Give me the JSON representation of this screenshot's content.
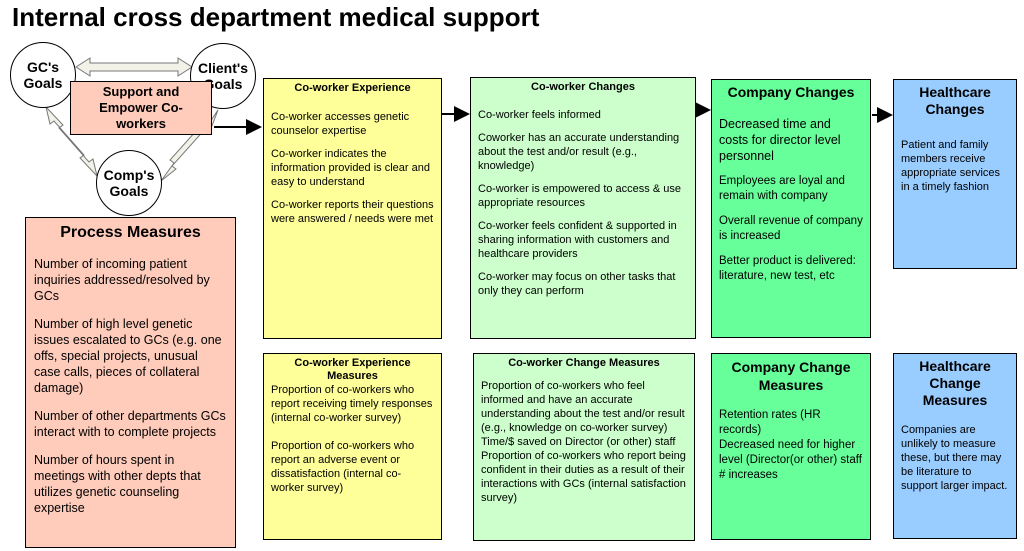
{
  "title": "Internal cross department medical support",
  "goals": {
    "gc": "GC's Goals",
    "client": "Client's Goals",
    "comp": "Comp's Goals",
    "center": "Support and Empower Co-workers"
  },
  "process": {
    "heading": "Process  Measures",
    "items": [
      "Number of incoming patient inquiries addressed/resolved by GCs",
      "Number of high level genetic issues escalated to GCs (e.g. one offs, special projects, unusual case calls, pieces of collateral damage)",
      "Number of other departments GCs interact with to complete projects",
      "Number of hours spent in meetings with other depts that utilizes genetic counseling expertise"
    ]
  },
  "coworker_experience": {
    "heading": "Co-worker Experience",
    "items": [
      "Co-worker accesses genetic counselor expertise",
      "Co-worker indicates the information provided is clear and easy to understand",
      "Co-worker reports their questions were answered / needs were met"
    ]
  },
  "coworker_changes": {
    "heading": "Co-worker Changes",
    "items": [
      "Co-worker feels informed",
      "Coworker has an accurate understanding about the test and/or result (e.g., knowledge)",
      "Co-worker is empowered to access & use appropriate resources",
      "Co-worker feels confident & supported in sharing information with customers and healthcare providers",
      "Co-worker may focus on other tasks that only they can perform"
    ]
  },
  "company_changes": {
    "heading": "Company Changes",
    "items": [
      "Decreased time and costs for director level personnel",
      "Employees are loyal and remain with company",
      "Overall revenue of company is increased",
      "Better product is delivered: literature, new test, etc"
    ]
  },
  "healthcare_changes": {
    "heading": "Healthcare Changes",
    "items": [
      "Patient and family members receive appropriate services in a timely fashion"
    ]
  },
  "coworker_experience_measures": {
    "heading": "Co-worker Experience Measures",
    "items": [
      "Proportion of co-workers who report receiving timely responses (internal co-worker survey)",
      "Proportion of co-workers who report an adverse event or dissatisfaction (internal co-worker survey)"
    ]
  },
  "coworker_change_measures": {
    "heading": "Co-worker Change Measures",
    "items": [
      "Proportion of co-workers who feel informed and have an accurate understanding about the test and/or result (e.g., knowledge on co-worker survey)",
      "Time/$ saved on Director (or other) staff",
      "Proportion of co-workers who report being confident in their duties as a result of their interactions with GCs (internal satisfaction survey)"
    ]
  },
  "company_change_measures": {
    "heading": "Company Change Measures",
    "items": [
      "Retention rates (HR records)",
      "Decreased need for higher level  (Director(or other) staff # increases"
    ]
  },
  "healthcare_change_measures": {
    "heading": "Healthcare Change Measures",
    "items": [
      "Companies are unlikely to measure these, but there may be literature to support larger impact."
    ]
  },
  "colors": {
    "yellow": "#ffff99",
    "light_green": "#ccffcc",
    "green": "#66ff99",
    "blue": "#99ccff",
    "salmon": "#ffccbb"
  }
}
